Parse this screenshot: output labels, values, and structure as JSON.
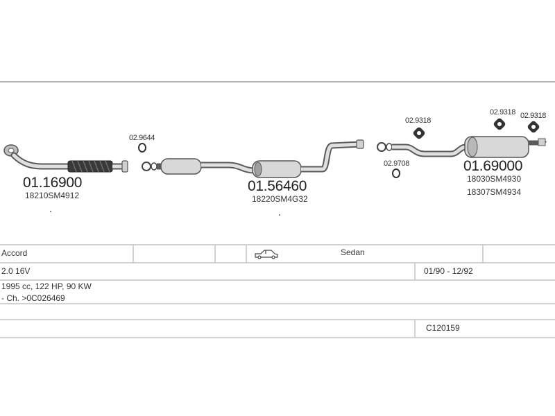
{
  "parts": [
    {
      "number": "01.16900",
      "oem": "18210SM4912"
    },
    {
      "number": "01.56460",
      "oem": "18220SM4G32"
    },
    {
      "number": "01.69000",
      "oem": "18030SM4930",
      "oem2": "18307SM4934"
    }
  ],
  "fittings": [
    "02.9644",
    "02.9318",
    "02.9318",
    "02.9318",
    "02.9708"
  ],
  "vehicle": {
    "model": "Accord",
    "body": "Sedan",
    "engine": "2.0 16V",
    "date_range": "01/90 - 12/92",
    "specs": "1995 cc, 122 HP, 90 KW",
    "chassis": "- Ch. >0C026469",
    "code": "C120159",
    "icon": "car-icon"
  },
  "colors": {
    "line": "#8a8a8a",
    "pipe": "#6a6a6a",
    "part_fill": "#d9d9d9",
    "flex_fill": "#3a3a3a"
  }
}
